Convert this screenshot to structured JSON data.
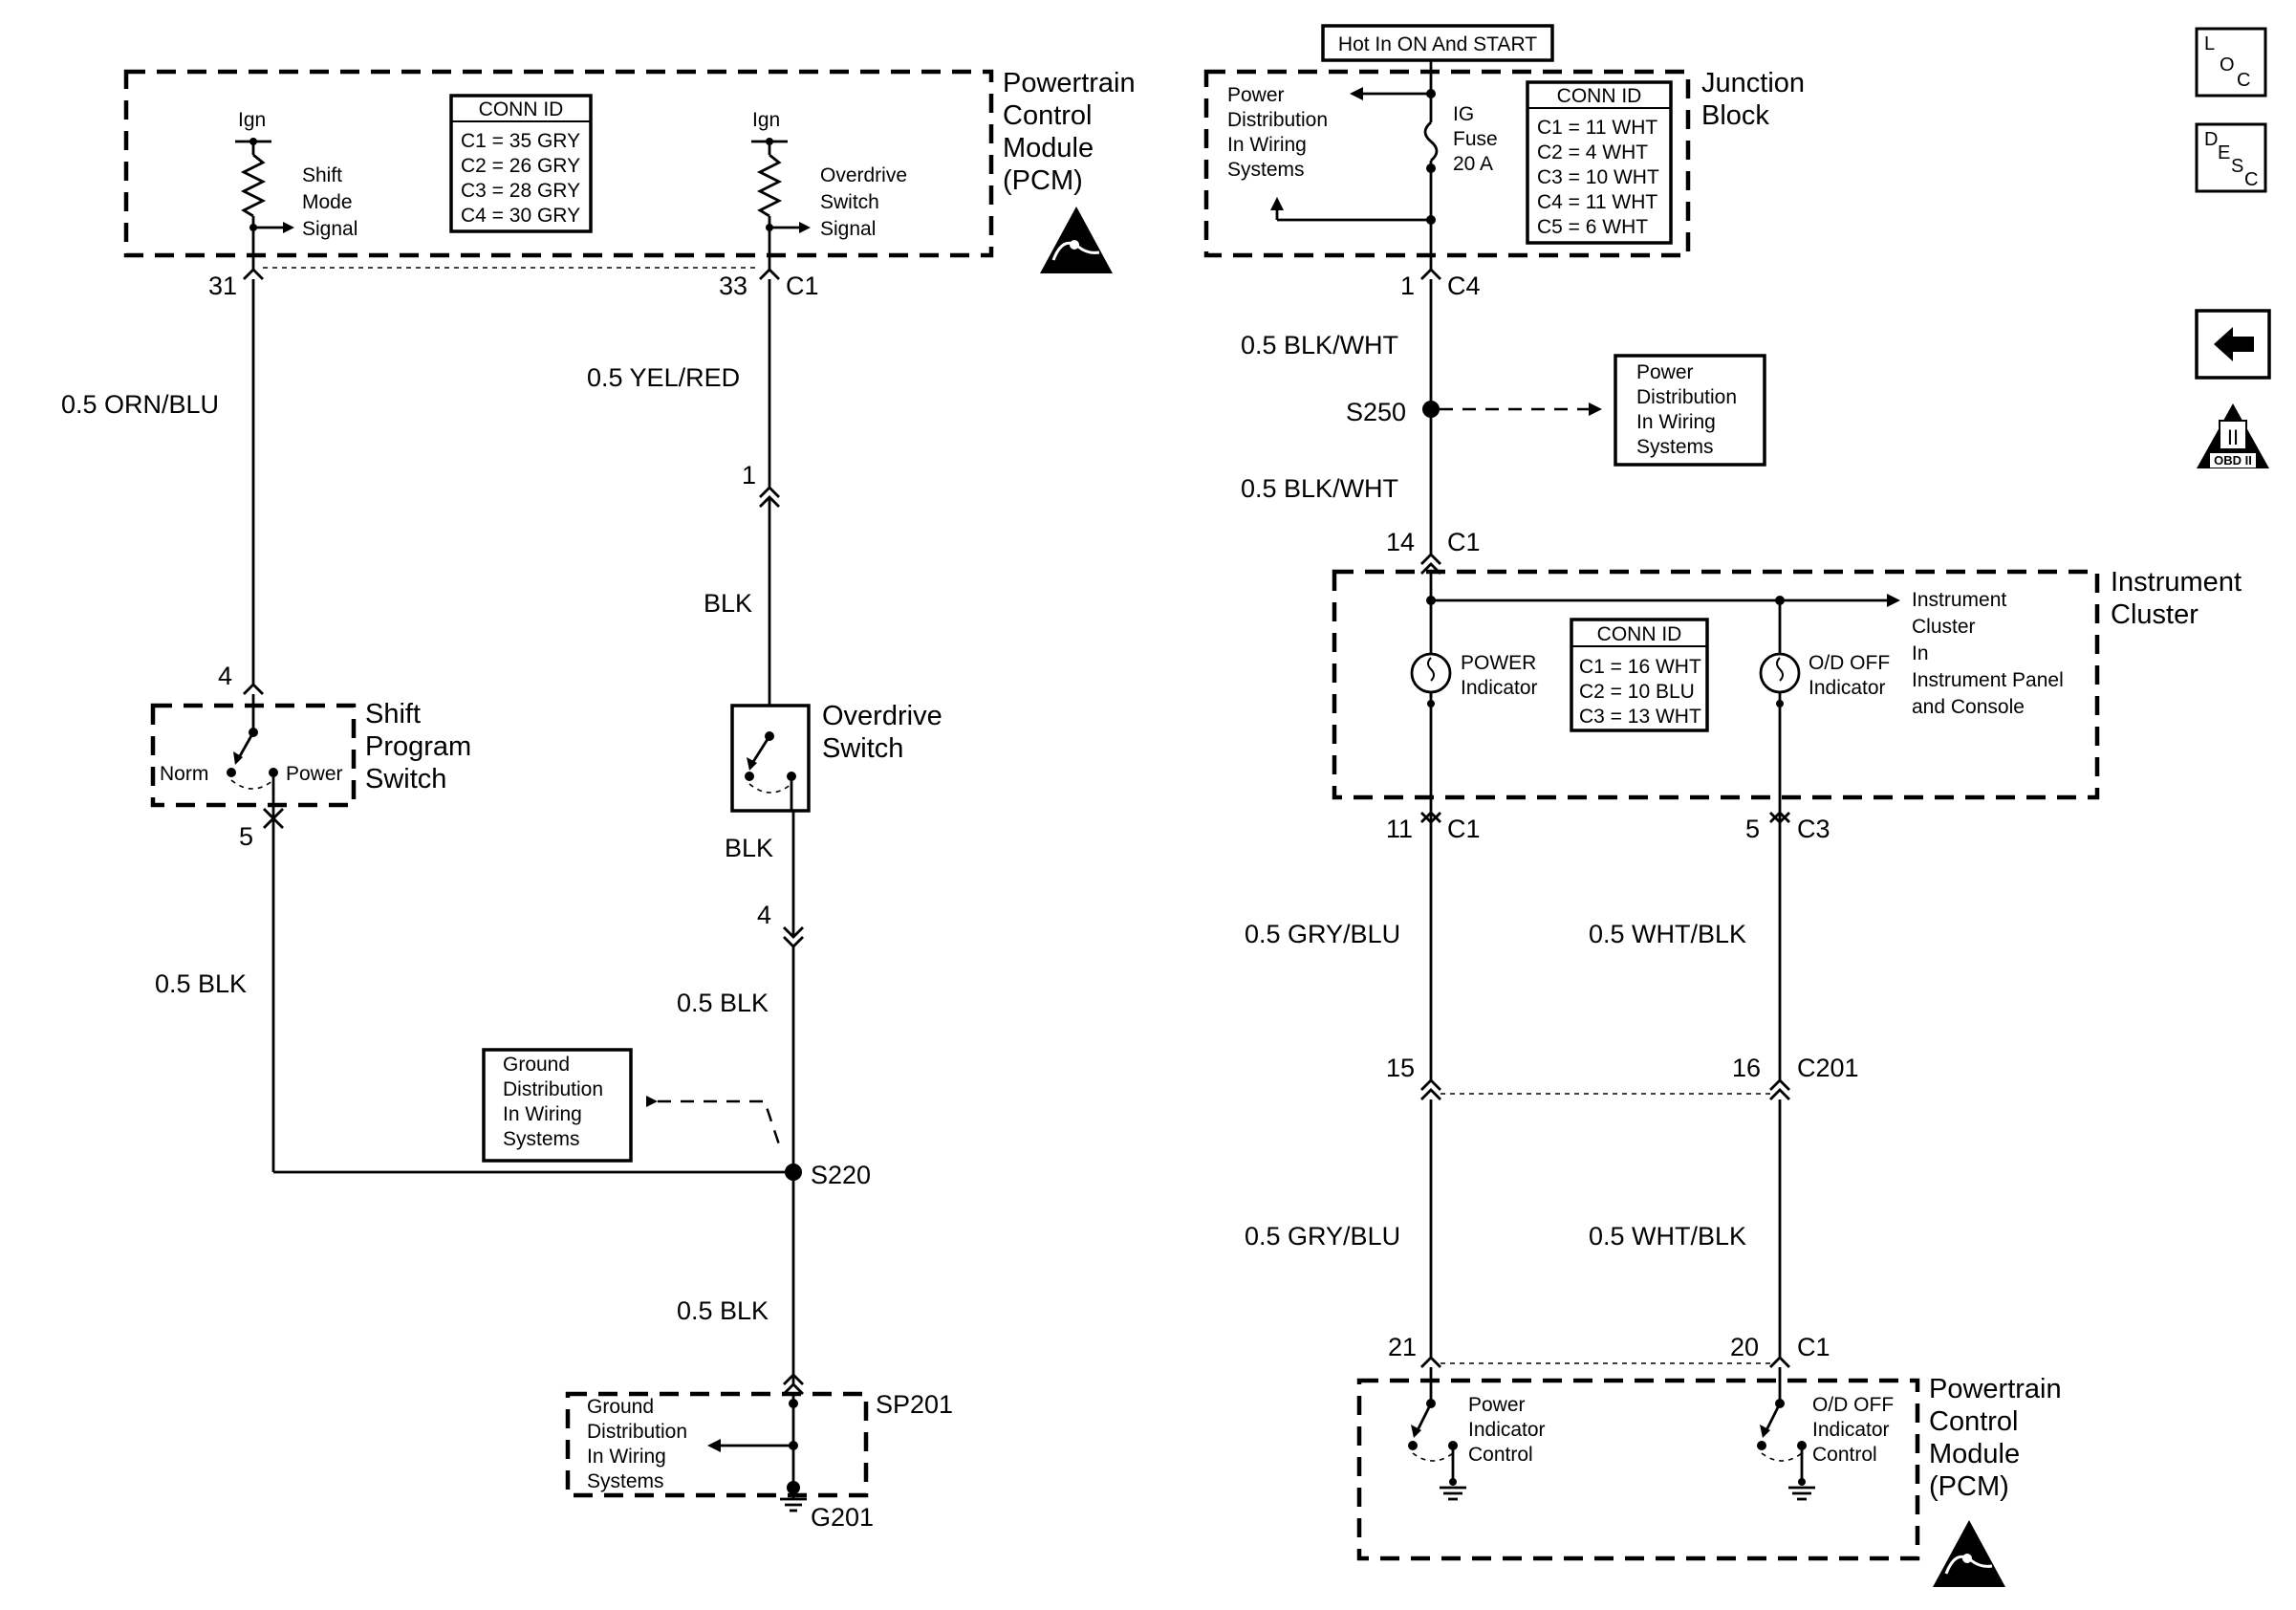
{
  "left": {
    "pcm_name": [
      "Powertrain",
      "Control",
      "Module",
      "(PCM)"
    ],
    "ign": "Ign",
    "shift_mode_signal": [
      "Shift",
      "Mode",
      "Signal"
    ],
    "overdrive_switch_signal": [
      "Overdrive",
      "Switch",
      "Signal"
    ],
    "conn_title": "CONN ID",
    "conn_rows": [
      "C1 = 35 GRY",
      "C2 = 26 GRY",
      "C3 = 28 GRY",
      "C4 = 30 GRY"
    ],
    "pin_31": "31",
    "pin_33": "33",
    "c1": "C1",
    "wire_orn_blu": "0.5 ORN/BLU",
    "wire_yel_red": "0.5 YEL/RED",
    "pin_1": "1",
    "wire_blk_a": "BLK",
    "pin_4_shift": "4",
    "shift_program_switch": [
      "Shift",
      "Program",
      "Switch"
    ],
    "norm": "Norm",
    "power": "Power",
    "pin_5": "5",
    "overdrive_switch": [
      "Overdrive",
      "Switch"
    ],
    "wire_blk_b": "BLK",
    "pin_4_od": "4",
    "wire_05blk_left": "0.5 BLK",
    "wire_05blk_mid": "0.5 BLK",
    "ground_distribution": [
      "Ground",
      "Distribution",
      "In Wiring",
      "Systems"
    ],
    "splice_s220": "S220",
    "wire_05blk_low": "0.5 BLK",
    "sp201": "SP201",
    "ground_distribution_2": [
      "Ground",
      "Distribution",
      "In Wiring",
      "Systems"
    ],
    "g201": "G201"
  },
  "right": {
    "hot_in": "Hot In ON And START",
    "junction_block": [
      "Junction",
      "Block"
    ],
    "power_distribution": [
      "Power",
      "Distribution",
      "In Wiring",
      "Systems"
    ],
    "fuse": [
      "IG",
      "Fuse",
      "20 A"
    ],
    "jb_conn_title": "CONN ID",
    "jb_conn_rows": [
      "C1 = 11 WHT",
      "C2 = 4 WHT",
      "C3 = 10 WHT",
      "C4 = 11 WHT",
      "C5 = 6 WHT"
    ],
    "pin_1": "1",
    "c4": "C4",
    "wire_blk_wht_1": "0.5 BLK/WHT",
    "s250": "S250",
    "power_distribution_2": [
      "Power",
      "Distribution",
      "In Wiring",
      "Systems"
    ],
    "wire_blk_wht_2": "0.5 BLK/WHT",
    "pin_14": "14",
    "c1_a": "C1",
    "instrument_cluster": [
      "Instrument",
      "Cluster"
    ],
    "ic_note": [
      "Instrument",
      "Cluster",
      "In",
      "Instrument Panel",
      "and Console"
    ],
    "power_indicator": [
      "POWER",
      "Indicator"
    ],
    "od_off_indicator": [
      "O/D OFF",
      "Indicator"
    ],
    "ic_conn_title": "CONN ID",
    "ic_conn_rows": [
      "C1 = 16 WHT",
      "C2 = 10 BLU",
      "C3 = 13 WHT"
    ],
    "pin_11": "11",
    "c1_b": "C1",
    "pin_5": "5",
    "c3": "C3",
    "wire_gry_blu_1": "0.5 GRY/BLU",
    "wire_wht_blk_1": "0.5 WHT/BLK",
    "pin_15": "15",
    "pin_16": "16",
    "c201": "C201",
    "wire_gry_blu_2": "0.5 GRY/BLU",
    "wire_wht_blk_2": "0.5 WHT/BLK",
    "pin_21": "21",
    "pin_20": "20",
    "c1_c": "C1",
    "pcm_name": [
      "Powertrain",
      "Control",
      "Module",
      "(PCM)"
    ],
    "power_indicator_control": [
      "Power",
      "Indicator",
      "Control"
    ],
    "od_off_indicator_control": [
      "O/D OFF",
      "Indicator",
      "Control"
    ]
  },
  "nav": {
    "loc": [
      "L",
      "O",
      "C"
    ],
    "desc": [
      "D",
      "E",
      "S",
      "C"
    ],
    "obd": "OBD II",
    "obd_numeral": "II"
  }
}
